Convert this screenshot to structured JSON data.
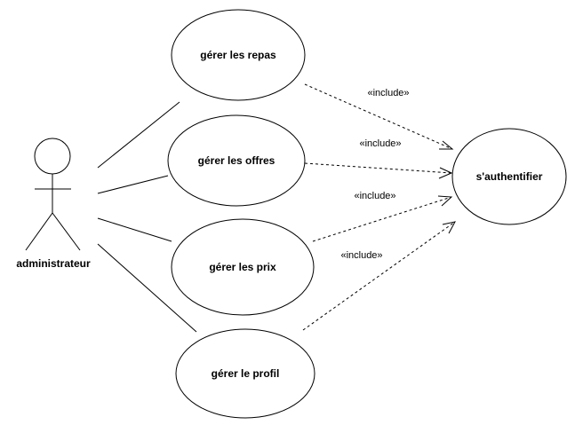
{
  "diagram": {
    "actor": {
      "label": "administrateur"
    },
    "use_cases": {
      "repas": "gérer les repas",
      "offres": "gérer les offres",
      "prix": "gérer les prix",
      "profil": "gérer le profil",
      "auth": "s'authentifier"
    },
    "relations": {
      "include_label": "«include»"
    }
  }
}
